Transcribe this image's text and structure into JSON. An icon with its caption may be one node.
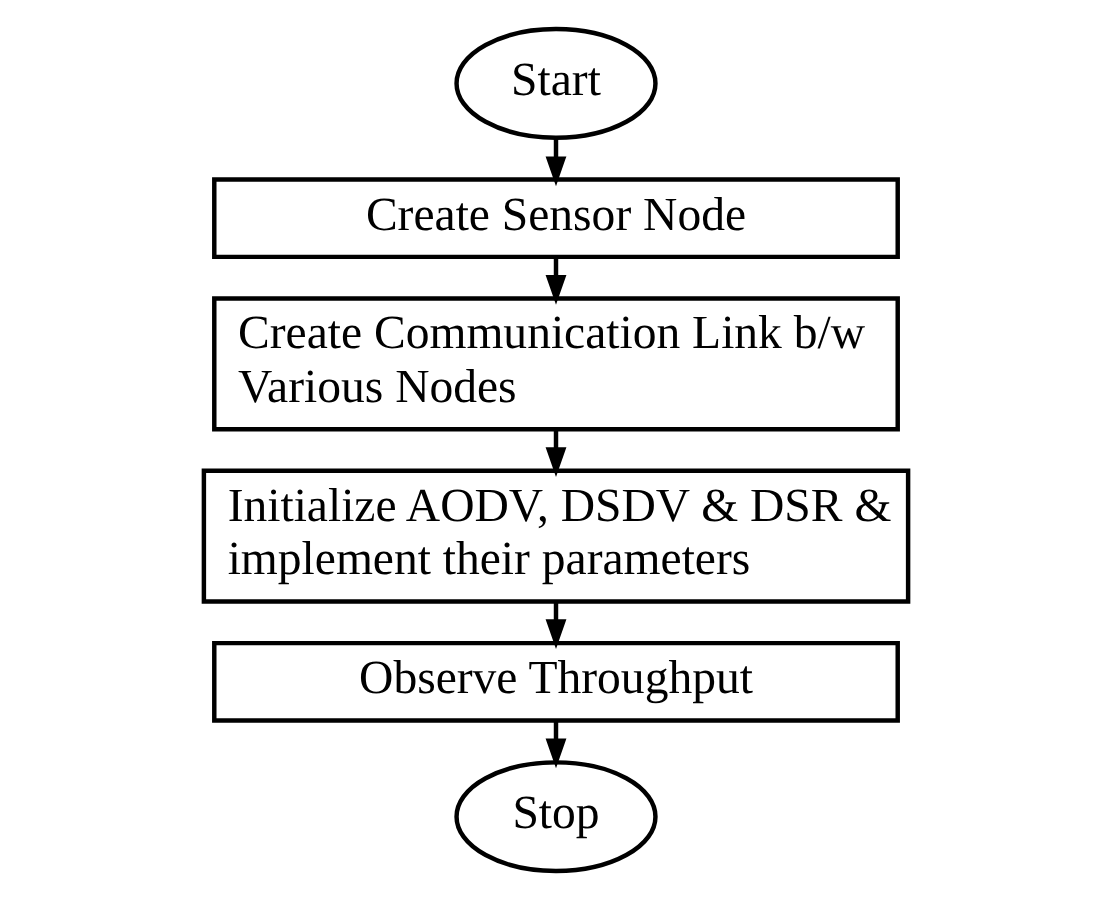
{
  "diagram": {
    "nodes": [
      {
        "text": [
          "Start"
        ]
      },
      {
        "text": [
          "Create Sensor Node"
        ]
      },
      {
        "text": [
          "Create Communication Link b/w Various Nodes"
        ]
      },
      {
        "text": [
          "Initialize AODV, DSDV & DSR & implement their parameters"
        ]
      },
      {
        "text": [
          "Observe Throughput"
        ]
      },
      {
        "text": [
          "Stop"
        ]
      }
    ],
    "edges": [
      {
        "from": 0,
        "to": 1,
        "arrow": "to"
      },
      {
        "from": 1,
        "to": 2,
        "arrow": "to"
      },
      {
        "from": 2,
        "to": 3,
        "arrow": "to"
      },
      {
        "from": 3,
        "to": 4,
        "arrow": "to"
      },
      {
        "from": 4,
        "to": 5,
        "arrow": "to"
      }
    ]
  }
}
